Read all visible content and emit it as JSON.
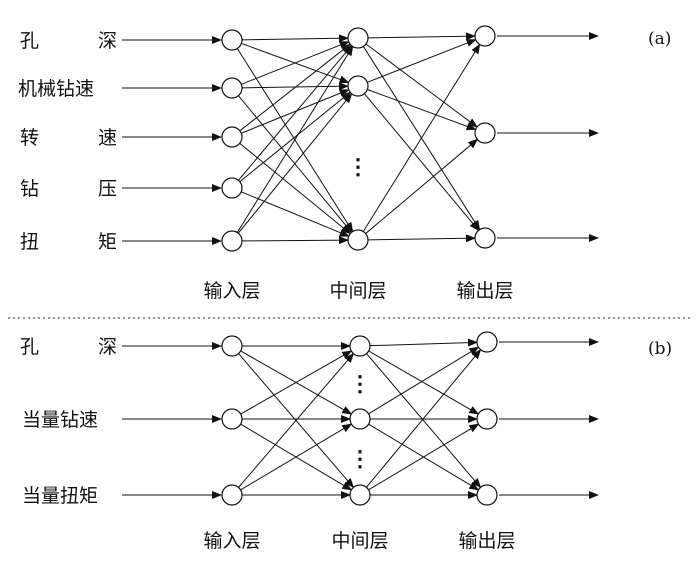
{
  "panels": [
    {
      "tag": "(a)",
      "inputs": [
        "孔",
        "深",
        "机械钻速",
        "转",
        "速",
        "钻",
        "压",
        "扭",
        "矩"
      ],
      "input_labels": [
        [
          "孔",
          "深"
        ],
        [
          "机械钻速"
        ],
        [
          "转",
          "速"
        ],
        [
          "钻",
          "压"
        ],
        [
          "扭",
          "矩"
        ]
      ],
      "hidden_node_count": 3,
      "output_node_count": 3,
      "ellipsis": "⋮",
      "layers": {
        "input": "输入层",
        "hidden": "中间层",
        "output": "输出层"
      }
    },
    {
      "tag": "(b)",
      "input_labels": [
        [
          "孔",
          "深"
        ],
        [
          "当量钻速"
        ],
        [
          "当量扭矩"
        ]
      ],
      "hidden_node_count": 3,
      "output_node_count": 3,
      "ellipsis": "⋮",
      "layers": {
        "input": "输入层",
        "hidden": "中间层",
        "output": "输出层"
      }
    }
  ]
}
